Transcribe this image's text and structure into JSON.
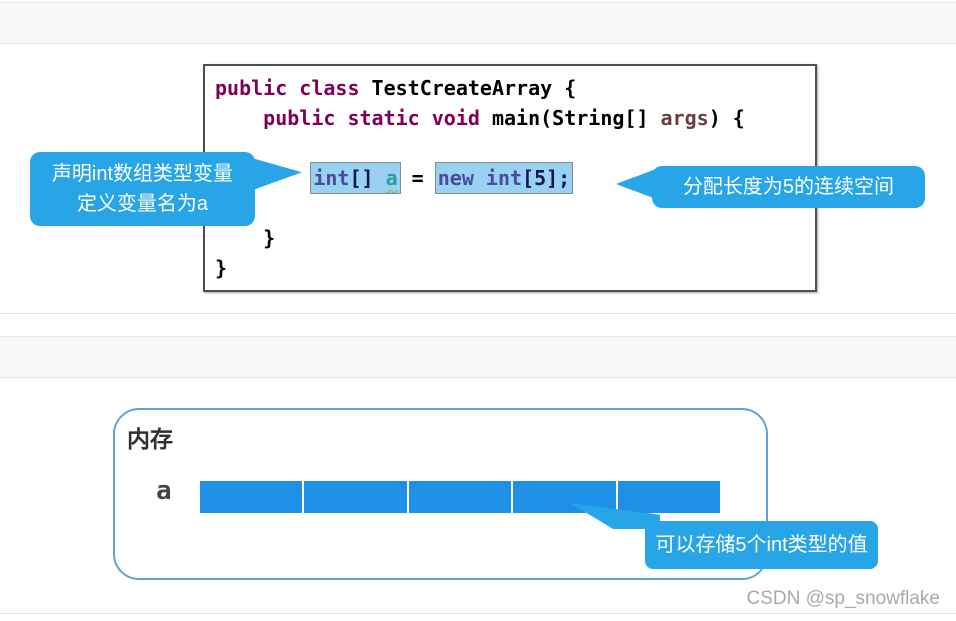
{
  "colors": {
    "bubble_blue": "#27a5e6",
    "bar_blue": "#1e90e6",
    "memory_border": "#5ba3d9",
    "keyword_purple": "#7f0055",
    "arg_brown": "#6a3e3e",
    "selected_keyword": "#4a4aa0",
    "selected_dark": "#14145a",
    "variable_teal": "#2e9a9e",
    "highlight_bg": "#98d2f0"
  },
  "code": {
    "lines": [
      [
        {
          "hl": false,
          "runs": [
            {
              "t": "public class ",
              "c": "kw"
            },
            {
              "t": "TestCreateArray {",
              "c": "pl"
            }
          ]
        }
      ],
      [
        {
          "hl": false,
          "runs": [
            {
              "t": "    ",
              "c": "pl"
            },
            {
              "t": "public static void ",
              "c": "kw"
            },
            {
              "t": "main(String[] ",
              "c": "pl"
            },
            {
              "t": "args",
              "c": "arg"
            },
            {
              "t": ") {",
              "c": "pl"
            }
          ]
        }
      ],
      [],
      [
        {
          "hl": false,
          "runs": [
            {
              "t": "        ",
              "c": "pl"
            }
          ]
        },
        {
          "hl": true,
          "runs": [
            {
              "t": "int",
              "c": "sk"
            },
            {
              "t": "[] ",
              "c": "sd"
            },
            {
              "t": "a",
              "c": "sv"
            }
          ]
        },
        {
          "hl": false,
          "runs": [
            {
              "t": " = ",
              "c": "pl"
            }
          ]
        },
        {
          "hl": true,
          "runs": [
            {
              "t": "new int",
              "c": "sk"
            },
            {
              "t": "[5];",
              "c": "sd"
            }
          ]
        }
      ],
      [],
      [
        {
          "hl": false,
          "runs": [
            {
              "t": "    }",
              "c": "pl"
            }
          ]
        }
      ],
      [
        {
          "hl": false,
          "runs": [
            {
              "t": "}",
              "c": "pl"
            }
          ]
        }
      ]
    ]
  },
  "callouts": {
    "declare_line1": "声明int数组类型变量",
    "declare_line2": "定义变量名为a",
    "allocate": "分配长度为5的连续空间",
    "store": "可以存储5个int类型的值"
  },
  "memory": {
    "title": "内存",
    "var_label": "a",
    "cells": 5
  },
  "watermark": "CSDN @sp_snowflake"
}
